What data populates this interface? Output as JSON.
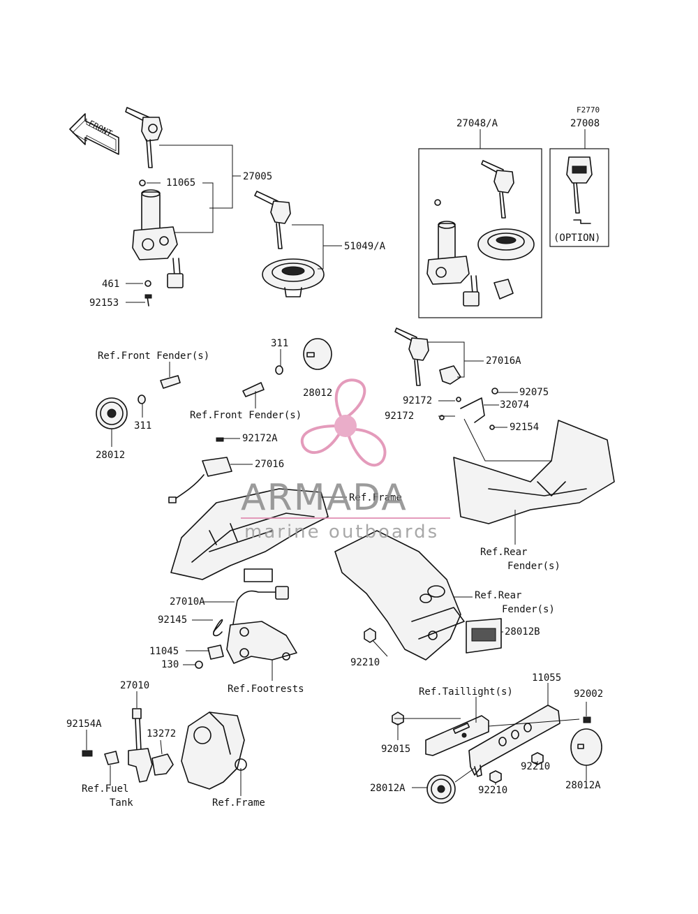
{
  "diagram_id": "F2770",
  "front_label": "FRONT",
  "watermark": {
    "title": "ARMADA",
    "subtitle": "marine outboards"
  },
  "labels": {
    "p27048A": "27048/A",
    "p27008": "27008",
    "option": "(OPTION)",
    "p11065": "11065",
    "p27005": "27005",
    "p51049A": "51049/A",
    "p461": "461",
    "p92153": "92153",
    "ref_front_fender_1": "Ref.Front Fender(s)",
    "p311_a": "311",
    "p311_b": "311",
    "p28012_a": "28012",
    "p28012_b": "28012",
    "ref_front_fender_2": "Ref.Front Fender(s)",
    "p27016A": "27016A",
    "p92172_a": "92172",
    "p92075": "92075",
    "p32074": "32074",
    "p92172_b": "92172",
    "p92154": "92154",
    "p92172A": "92172A",
    "p27016": "27016",
    "ref_frame_1": "Ref.Frame",
    "ref_rear_fender_1a": "Ref.Rear",
    "ref_rear_fender_1b": "Fender(s)",
    "ref_rear_fender_2a": "Ref.Rear",
    "ref_rear_fender_2b": "Fender(s)",
    "p27010A": "27010A",
    "p92145": "92145",
    "p11045": "11045",
    "p130": "130",
    "ref_footrests": "Ref.Footrests",
    "p28012B": "28012B",
    "p92210_a": "92210",
    "p11055": "11055",
    "ref_taillight": "Ref.Taillight(s)",
    "p92002": "92002",
    "p27010": "27010",
    "p92154A": "92154A",
    "p13272": "13272",
    "p92015": "92015",
    "p92210_b": "92210",
    "p28012A_a": "28012A",
    "p92210_c": "92210",
    "p28012A_b": "28012A",
    "ref_fuel_a": "Ref.Fuel",
    "ref_fuel_b": "Tank",
    "ref_frame_2": "Ref.Frame"
  }
}
